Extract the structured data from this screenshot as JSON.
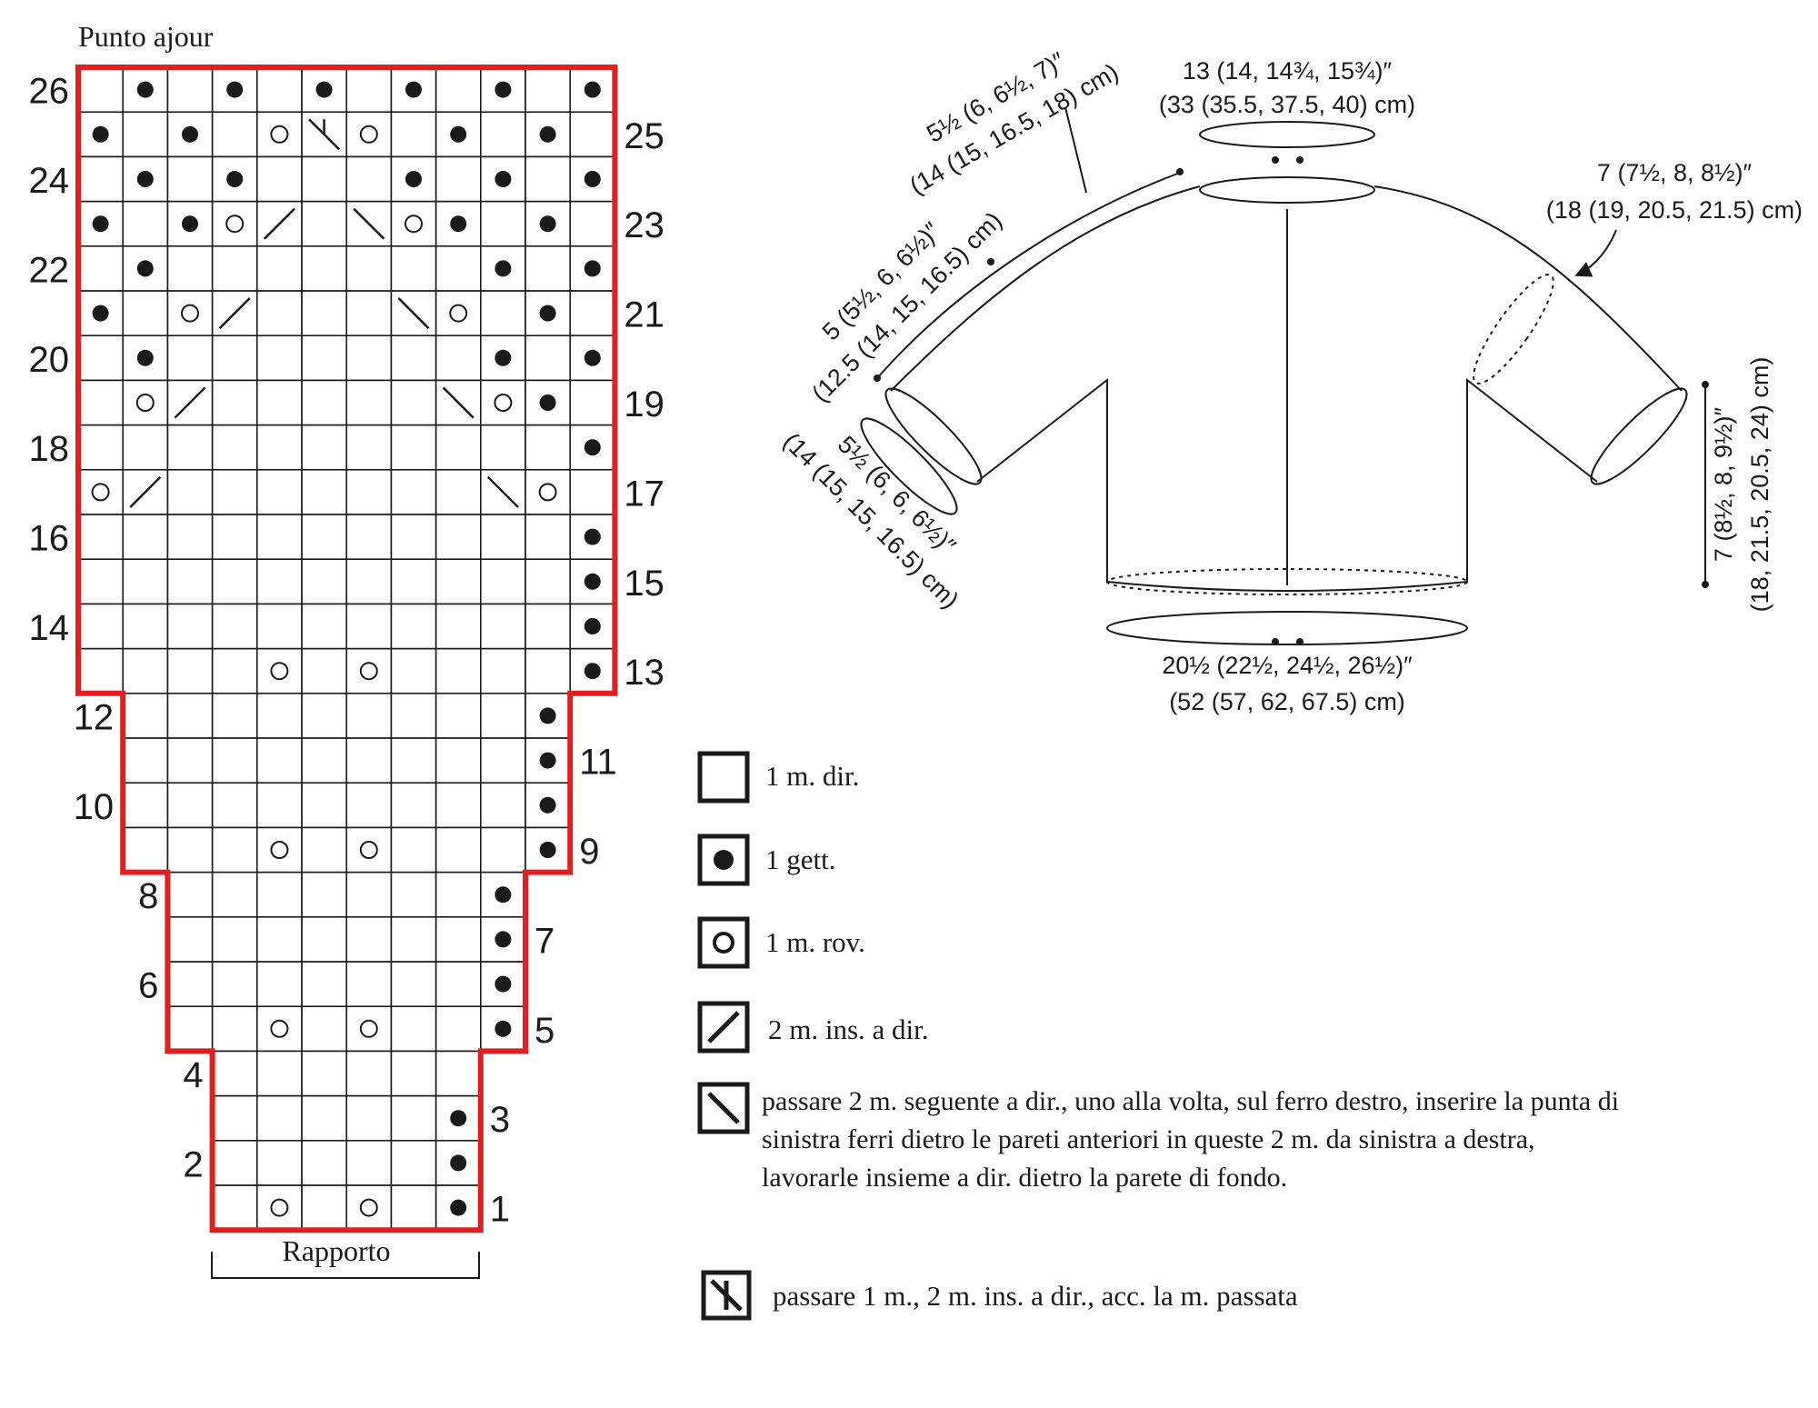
{
  "chart": {
    "title": "Punto ajour",
    "bracket_label": "Rapporto",
    "left_row_numbers": [
      "26",
      "24",
      "22",
      "20",
      "18",
      "16",
      "14",
      "12",
      "10",
      "8",
      "6",
      "4",
      "2"
    ],
    "right_row_numbers": [
      "25",
      "23",
      "21",
      "19",
      "17",
      "15",
      "13",
      "11",
      "9",
      "7",
      "5",
      "3",
      "1"
    ],
    "grid": {
      "columns": 12,
      "rows": 26,
      "row_min_col": {
        "1": 3,
        "2": 3,
        "3": 3,
        "4": 3,
        "5": 2,
        "6": 2,
        "7": 2,
        "8": 2,
        "9": 1,
        "10": 1,
        "11": 1,
        "12": 1
      },
      "row_max_col": {
        "1": 8,
        "2": 8,
        "3": 8,
        "4": 8,
        "5": 9,
        "6": 9,
        "7": 9,
        "8": 9,
        "9": 10,
        "10": 10,
        "11": 10,
        "12": 10
      },
      "repeat_columns": [
        3,
        8
      ]
    },
    "cells": {
      "yo": [
        [
          1,
          8
        ],
        [
          2,
          8
        ],
        [
          3,
          8
        ],
        [
          5,
          9
        ],
        [
          6,
          9
        ],
        [
          7,
          9
        ],
        [
          8,
          9
        ],
        [
          9,
          10
        ],
        [
          10,
          10
        ],
        [
          11,
          10
        ],
        [
          12,
          10
        ],
        [
          13,
          11
        ],
        [
          14,
          11
        ],
        [
          15,
          11
        ],
        [
          16,
          11
        ],
        [
          18,
          11
        ],
        [
          19,
          10
        ],
        [
          20,
          1
        ],
        [
          20,
          9
        ],
        [
          20,
          11
        ],
        [
          21,
          0
        ],
        [
          21,
          10
        ],
        [
          22,
          1
        ],
        [
          22,
          9
        ],
        [
          22,
          11
        ],
        [
          23,
          0
        ],
        [
          23,
          2
        ],
        [
          23,
          8
        ],
        [
          23,
          10
        ],
        [
          24,
          1
        ],
        [
          24,
          3
        ],
        [
          24,
          7
        ],
        [
          24,
          9
        ],
        [
          24,
          11
        ],
        [
          25,
          0
        ],
        [
          25,
          2
        ],
        [
          25,
          8
        ],
        [
          25,
          10
        ],
        [
          26,
          1
        ],
        [
          26,
          3
        ],
        [
          26,
          5
        ],
        [
          26,
          7
        ],
        [
          26,
          9
        ],
        [
          26,
          11
        ]
      ],
      "purl": [
        [
          1,
          4
        ],
        [
          1,
          6
        ],
        [
          5,
          4
        ],
        [
          5,
          6
        ],
        [
          9,
          4
        ],
        [
          9,
          6
        ],
        [
          13,
          4
        ],
        [
          13,
          6
        ],
        [
          17,
          0
        ],
        [
          17,
          10
        ],
        [
          19,
          1
        ],
        [
          19,
          9
        ],
        [
          21,
          2
        ],
        [
          21,
          8
        ],
        [
          23,
          3
        ],
        [
          23,
          7
        ],
        [
          25,
          4
        ],
        [
          25,
          6
        ]
      ],
      "k2tog": [
        [
          17,
          1
        ],
        [
          19,
          2
        ],
        [
          21,
          3
        ],
        [
          23,
          4
        ]
      ],
      "ssk": [
        [
          17,
          9
        ],
        [
          19,
          8
        ],
        [
          21,
          7
        ],
        [
          23,
          6
        ]
      ],
      "skp": [
        [
          25,
          5
        ]
      ]
    }
  },
  "legend": [
    {
      "symbol": "knit",
      "text": "1 m. dir."
    },
    {
      "symbol": "yo",
      "text": "1 gett."
    },
    {
      "symbol": "purl",
      "text": "1 m. rov."
    },
    {
      "symbol": "k2tog",
      "text": "2 m. ins. a dir."
    },
    {
      "symbol": "ssk",
      "lines": [
        "passare 2 m. seguente a dir., uno alla volta, sul ferro destro, inserire la punta di",
        "sinistra ferri dietro le pareti anteriori in queste 2 m. da sinistra a destra,",
        "lavorarle insieme a dir. dietro la parete di fondo."
      ]
    },
    {
      "symbol": "skp",
      "text": "passare 1 m., 2 m. ins. a dir., acc. la m. passata"
    }
  ],
  "schematic": {
    "neck_width": [
      "13 (14, 14¾, 15¾)″",
      "(33 (35.5, 37.5, 40) cm)"
    ],
    "shoulder": [
      "5½ (6, 6½, 7)″",
      "(14 (15, 16.5, 18) cm)"
    ],
    "upper_arm": [
      "7 (7½, 8, 8½)″",
      "(18 (19, 20.5, 21.5) cm)"
    ],
    "sleeve_length": [
      "5 (5½, 6, 6½)″",
      "(12.5 (14, 15, 16.5) cm)"
    ],
    "cuff": [
      "5½ (6, 6, 6½)″",
      "(14 (15, 15, 16.5) cm)"
    ],
    "body_length": [
      "7 (8½, 8, 9½)″",
      "(18, 21.5, 20.5, 24) cm)"
    ],
    "hem_width": [
      "20½ (22½, 24½, 26½)″",
      "(52 (57, 62, 67.5) cm)"
    ]
  },
  "colors": {
    "outline": "#e02020",
    "ink": "#1a1a1a",
    "background": "#ffffff"
  }
}
